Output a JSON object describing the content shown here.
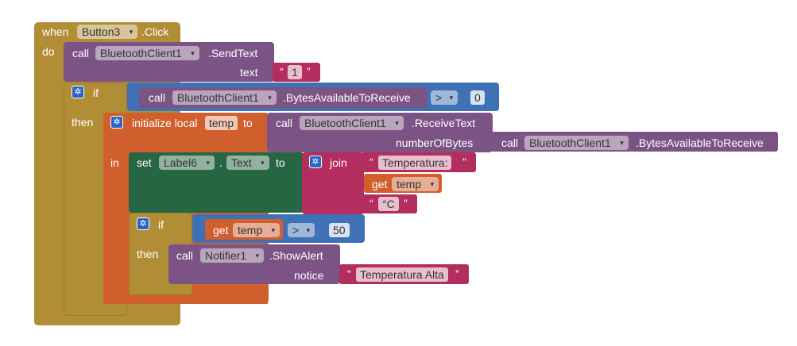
{
  "event": {
    "when_label": "when",
    "component": "Button3",
    "event_name": ".Click",
    "do_label": "do"
  },
  "send_text": {
    "call_label": "call",
    "component": "BluetoothClient1",
    "method": ".SendText",
    "param_label": "text",
    "value": "1"
  },
  "if1": {
    "if_label": "if",
    "then_label": "then",
    "call_label": "call",
    "component": "BluetoothClient1",
    "method": ".BytesAvailableToReceive",
    "operator": ">",
    "compare_value": "0"
  },
  "local_init": {
    "initialize_label": "initialize local",
    "var_name": "temp",
    "to_label": "to",
    "in_label": "in"
  },
  "receive_text": {
    "call_label": "call",
    "component": "BluetoothClient1",
    "method": ".ReceiveText",
    "param_label": "numberOfBytes"
  },
  "bytes_available_2": {
    "call_label": "call",
    "component": "BluetoothClient1",
    "method": ".BytesAvailableToReceive"
  },
  "set_label": {
    "set_label": "set",
    "component": "Label6",
    "dot": ".",
    "property": "Text",
    "to_label": "to",
    "join_label": "join",
    "text1": "Temperatura:",
    "get_label": "get",
    "get_var": "temp",
    "text2": "°C"
  },
  "if2": {
    "if_label": "if",
    "then_label": "then",
    "get_label": "get",
    "get_var": "temp",
    "operator": ">",
    "compare_value": "50"
  },
  "show_alert": {
    "call_label": "call",
    "component": "Notifier1",
    "method": ".ShowAlert",
    "param_label": "notice",
    "value": "Temperatura Alta"
  },
  "icons": {
    "dropdown_arrow": "▾",
    "gear": "✲",
    "open_quote": "“",
    "close_quote": "”"
  },
  "colors": {
    "event": "#b18e35",
    "procedure": "#7c5385",
    "math": "#3f71b5",
    "variable": "#d05f2d",
    "setter": "#266643",
    "text": "#b32d5e"
  }
}
